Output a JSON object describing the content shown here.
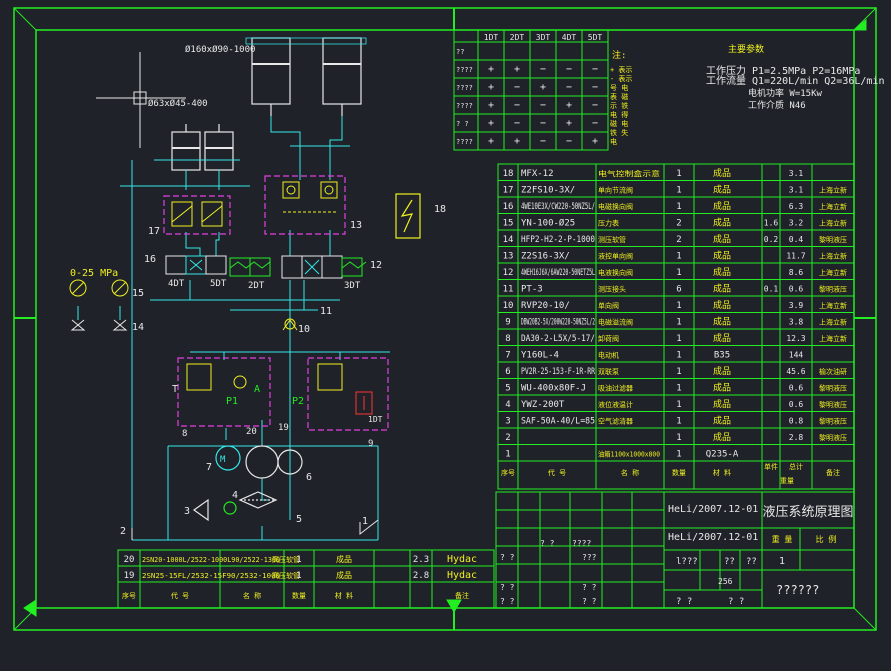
{
  "colors": {
    "background": "#1f2228",
    "frame": "#22ee22",
    "cyan": "#33e8e8",
    "yellow": "#f0f020",
    "magenta": "#e040e0",
    "white": "#e8e8e8",
    "red": "#ff3333"
  },
  "circuit": {
    "cyl_top_label": "Ø160xØ90-1000",
    "cyl_small_label": "Ø63xØ45-400",
    "gauge_label": "0-25 MPa",
    "sol_4dt": "4DT",
    "sol_5dt": "5DT",
    "sol_2dt": "2DT",
    "sol_3dt": "3DT",
    "sol_1dt": "1DT",
    "port_t": "T",
    "port_p1": "P1",
    "port_a": "A",
    "port_p2": "P2",
    "n1": "1",
    "n2": "2",
    "n3": "3",
    "n4": "4",
    "n5": "5",
    "n6": "6",
    "n7": "7",
    "n8": "8",
    "n9": "9",
    "n10": "10",
    "n11": "11",
    "n12": "12",
    "n13": "13",
    "n14": "14",
    "n15": "15",
    "n16": "16",
    "n17": "17",
    "n18": "18",
    "n19": "19",
    "n20": "20"
  },
  "action_table": {
    "headers": [
      "1DT",
      "2DT",
      "3DT",
      "4DT",
      "5DT"
    ],
    "rows": [
      {
        "name": "??",
        "cells": [
          "",
          "",
          "",
          "",
          ""
        ]
      },
      {
        "name": "????",
        "cells": [
          "+",
          "+",
          "−",
          "−",
          "−"
        ]
      },
      {
        "name": "????",
        "cells": [
          "+",
          "−",
          "+",
          "−",
          "−"
        ]
      },
      {
        "name": "????",
        "cells": [
          "+",
          "−",
          "−",
          "+",
          "−"
        ]
      },
      {
        "name": "? ?",
        "cells": [
          "+",
          "−",
          "−",
          "+",
          "−"
        ]
      },
      {
        "name": "????",
        "cells": [
          "+",
          "+",
          "−",
          "−",
          "+"
        ]
      }
    ],
    "note_title": "注:",
    "note_lines": [
      "+ 表示",
      "- 表示",
      "号 电",
      "表 磁",
      "示 铁",
      "电 得",
      "磁 电",
      "铁 失",
      "电"
    ]
  },
  "params": {
    "title": "主要参数",
    "line1": "工作压力 P1=2.5MPa   P2=16MPa",
    "line2": "工作流量 Q1=220L/min   Q2=36L/min",
    "line3": "电机功率 W=15Kw",
    "line4": "工作介质 N46"
  },
  "bom": [
    {
      "no": "18",
      "code": "MFX-12",
      "name": "电气控制盒示意",
      "qty": "1",
      "mat": "成品",
      "unit": "",
      "total": "3.1",
      "note": ""
    },
    {
      "no": "17",
      "code": "Z2FS10-3X/",
      "name": "单向节流阀",
      "qty": "1",
      "mat": "成品",
      "unit": "",
      "total": "3.1",
      "note": "上海立新"
    },
    {
      "no": "16",
      "code": "4WE10E3X/CW220-50NZ5L/",
      "name": "电磁换向阀",
      "qty": "1",
      "mat": "成品",
      "unit": "",
      "total": "6.3",
      "note": "上海立新"
    },
    {
      "no": "15",
      "code": "YN-100-Ø25",
      "name": "压力表",
      "qty": "2",
      "mat": "成品",
      "unit": "1.6",
      "total": "3.2",
      "note": "上海立新"
    },
    {
      "no": "14",
      "code": "HFP2-H2-2-P-1000",
      "name": "测压软管",
      "qty": "2",
      "mat": "成品",
      "unit": "0.2",
      "total": "0.4",
      "note": "黎明液压"
    },
    {
      "no": "13",
      "code": "Z2S16-3X/",
      "name": "液控单向阀",
      "qty": "1",
      "mat": "成品",
      "unit": "",
      "total": "11.7",
      "note": "上海立新"
    },
    {
      "no": "12",
      "code": "4WEH16J6X/6AW220-50NETZ5L",
      "name": "电液换向阀",
      "qty": "1",
      "mat": "成品",
      "unit": "",
      "total": "8.6",
      "note": "上海立新"
    },
    {
      "no": "11",
      "code": "PT-3",
      "name": "测压接头",
      "qty": "6",
      "mat": "成品",
      "unit": "0.1",
      "total": "0.6",
      "note": "黎明液压"
    },
    {
      "no": "10",
      "code": "RVP20-10/",
      "name": "单向阀",
      "qty": "1",
      "mat": "成品",
      "unit": "",
      "total": "3.9",
      "note": "上海立新"
    },
    {
      "no": "9",
      "code": "DBW20B2-5X/200W220-50NZ5L/2",
      "name": "电磁溢流阀",
      "qty": "1",
      "mat": "成品",
      "unit": "",
      "total": "3.8",
      "note": "上海立新"
    },
    {
      "no": "8",
      "code": "DA30-2-L5X/5-17/",
      "name": "卸荷阀",
      "qty": "1",
      "mat": "成品",
      "unit": "",
      "total": "12.3",
      "note": "上海立新"
    },
    {
      "no": "7",
      "code": "Y160L-4",
      "name": "电动机",
      "qty": "1",
      "mat": "B35",
      "unit": "",
      "total": "144",
      "note": ""
    },
    {
      "no": "6",
      "code": "PV2R-25-153-F-1R-RR",
      "name": "双联泵",
      "qty": "1",
      "mat": "成品",
      "unit": "",
      "total": "45.6",
      "note": "榆次油研"
    },
    {
      "no": "5",
      "code": "WU-400x80F-J",
      "name": "吸油过滤器",
      "qty": "1",
      "mat": "成品",
      "unit": "",
      "total": "0.6",
      "note": "黎明液压"
    },
    {
      "no": "4",
      "code": "YWZ-200T",
      "name": "液位液温计",
      "qty": "1",
      "mat": "成品",
      "unit": "",
      "total": "0.6",
      "note": "黎明液压"
    },
    {
      "no": "3",
      "code": "SAF-50A-40/L=85",
      "name": "空气滤清器",
      "qty": "1",
      "mat": "成品",
      "unit": "",
      "total": "0.8",
      "note": "黎明液压"
    },
    {
      "no": "2",
      "code": "",
      "name": "",
      "qty": "1",
      "mat": "成品",
      "unit": "",
      "total": "2.8",
      "note": "黎明液压"
    },
    {
      "no": "1",
      "code": "",
      "name": "油箱1100x1000x800",
      "qty": "1",
      "mat": "Q235-A",
      "unit": "",
      "total": "",
      "note": ""
    }
  ],
  "bom_header": {
    "no": "序号",
    "code": "代  号",
    "name": "名  称",
    "qty": "数量",
    "mat": "材  料",
    "unit": "单件",
    "total": "总计",
    "weight": "重量",
    "note": "备注"
  },
  "bottom_rows": [
    {
      "no": "20",
      "code": "2SN20-1000L/2522-1000L90/2522-1300",
      "name": "高压软管",
      "qty": "1",
      "mat": "成品",
      "total": "2.3",
      "note": "Hydac"
    },
    {
      "no": "19",
      "code": "2SN25-15FL/2532-15F90/2532-1000",
      "name": "高压软管",
      "qty": "1",
      "mat": "成品",
      "total": "2.8",
      "note": "Hydac"
    }
  ],
  "title_block": {
    "drawing_title": "液压系统原理图",
    "sig1": "HeLi/2007.12-01",
    "sig2": "HeLi/2007.12-01",
    "q_cells": [
      "? ?",
      "? ?",
      "????",
      "???",
      "? ?",
      "? ?",
      "? ?",
      "? ?"
    ],
    "stage_label": "l???",
    "cnt1": "??",
    "cnt2": "??",
    "scale_label": "重  量",
    "ratio_label": "比  例",
    "qty_value": "1",
    "sheet_num": "256",
    "sheet_a": "?  ?",
    "sheet_b": "?  ?",
    "company": "??????"
  }
}
